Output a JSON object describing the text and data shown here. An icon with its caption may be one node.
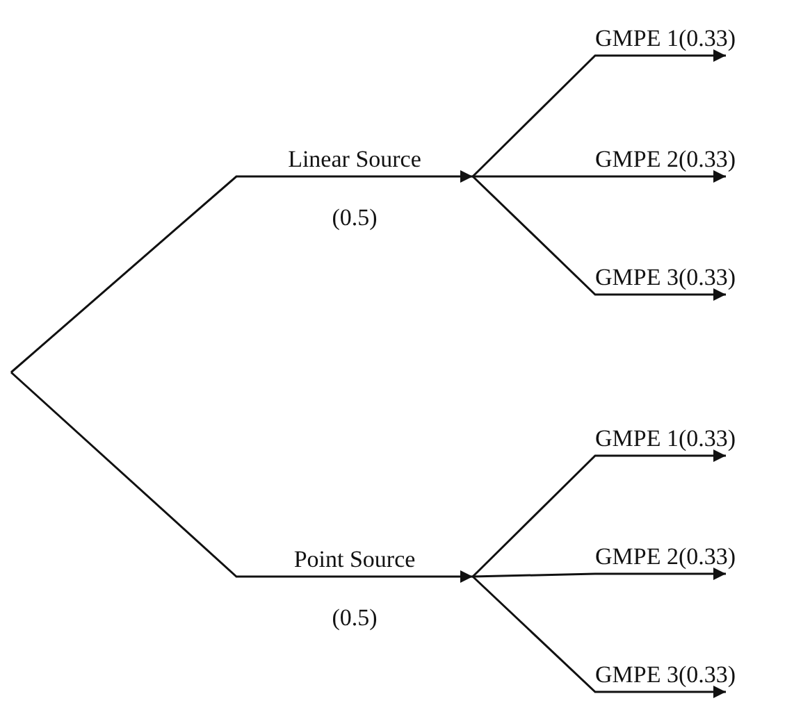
{
  "diagram": {
    "nodes": [
      {
        "text": [
          "Linear Source"
        ],
        "beside": [
          "(0.5)"
        ]
      },
      {
        "text": [
          "GMPE 1(0.33)"
        ]
      },
      {
        "text": [
          "GMPE 2(0.33)"
        ]
      },
      {
        "text": [
          "GMPE 3(0.33)"
        ]
      },
      {
        "text": [
          "Point Source"
        ],
        "beside": [
          "(0.5)"
        ]
      },
      {
        "text": [
          "GMPE 1(0.33)"
        ]
      },
      {
        "text": [
          "GMPE 2(0.33)"
        ]
      },
      {
        "text": [
          "GMPE 3(0.33)"
        ]
      }
    ],
    "edges": [
      {
        "from": null,
        "to": 0,
        "arrow": "to"
      },
      {
        "from": 0,
        "to": 1,
        "arrow": "to"
      },
      {
        "from": 0,
        "to": 2,
        "arrow": "to"
      },
      {
        "from": 0,
        "to": 3,
        "arrow": "to"
      },
      {
        "from": null,
        "to": 4,
        "arrow": "to"
      },
      {
        "from": 4,
        "to": 5,
        "arrow": "to"
      },
      {
        "from": 4,
        "to": 6,
        "arrow": "to"
      },
      {
        "from": 4,
        "to": 7,
        "arrow": "to"
      }
    ]
  }
}
